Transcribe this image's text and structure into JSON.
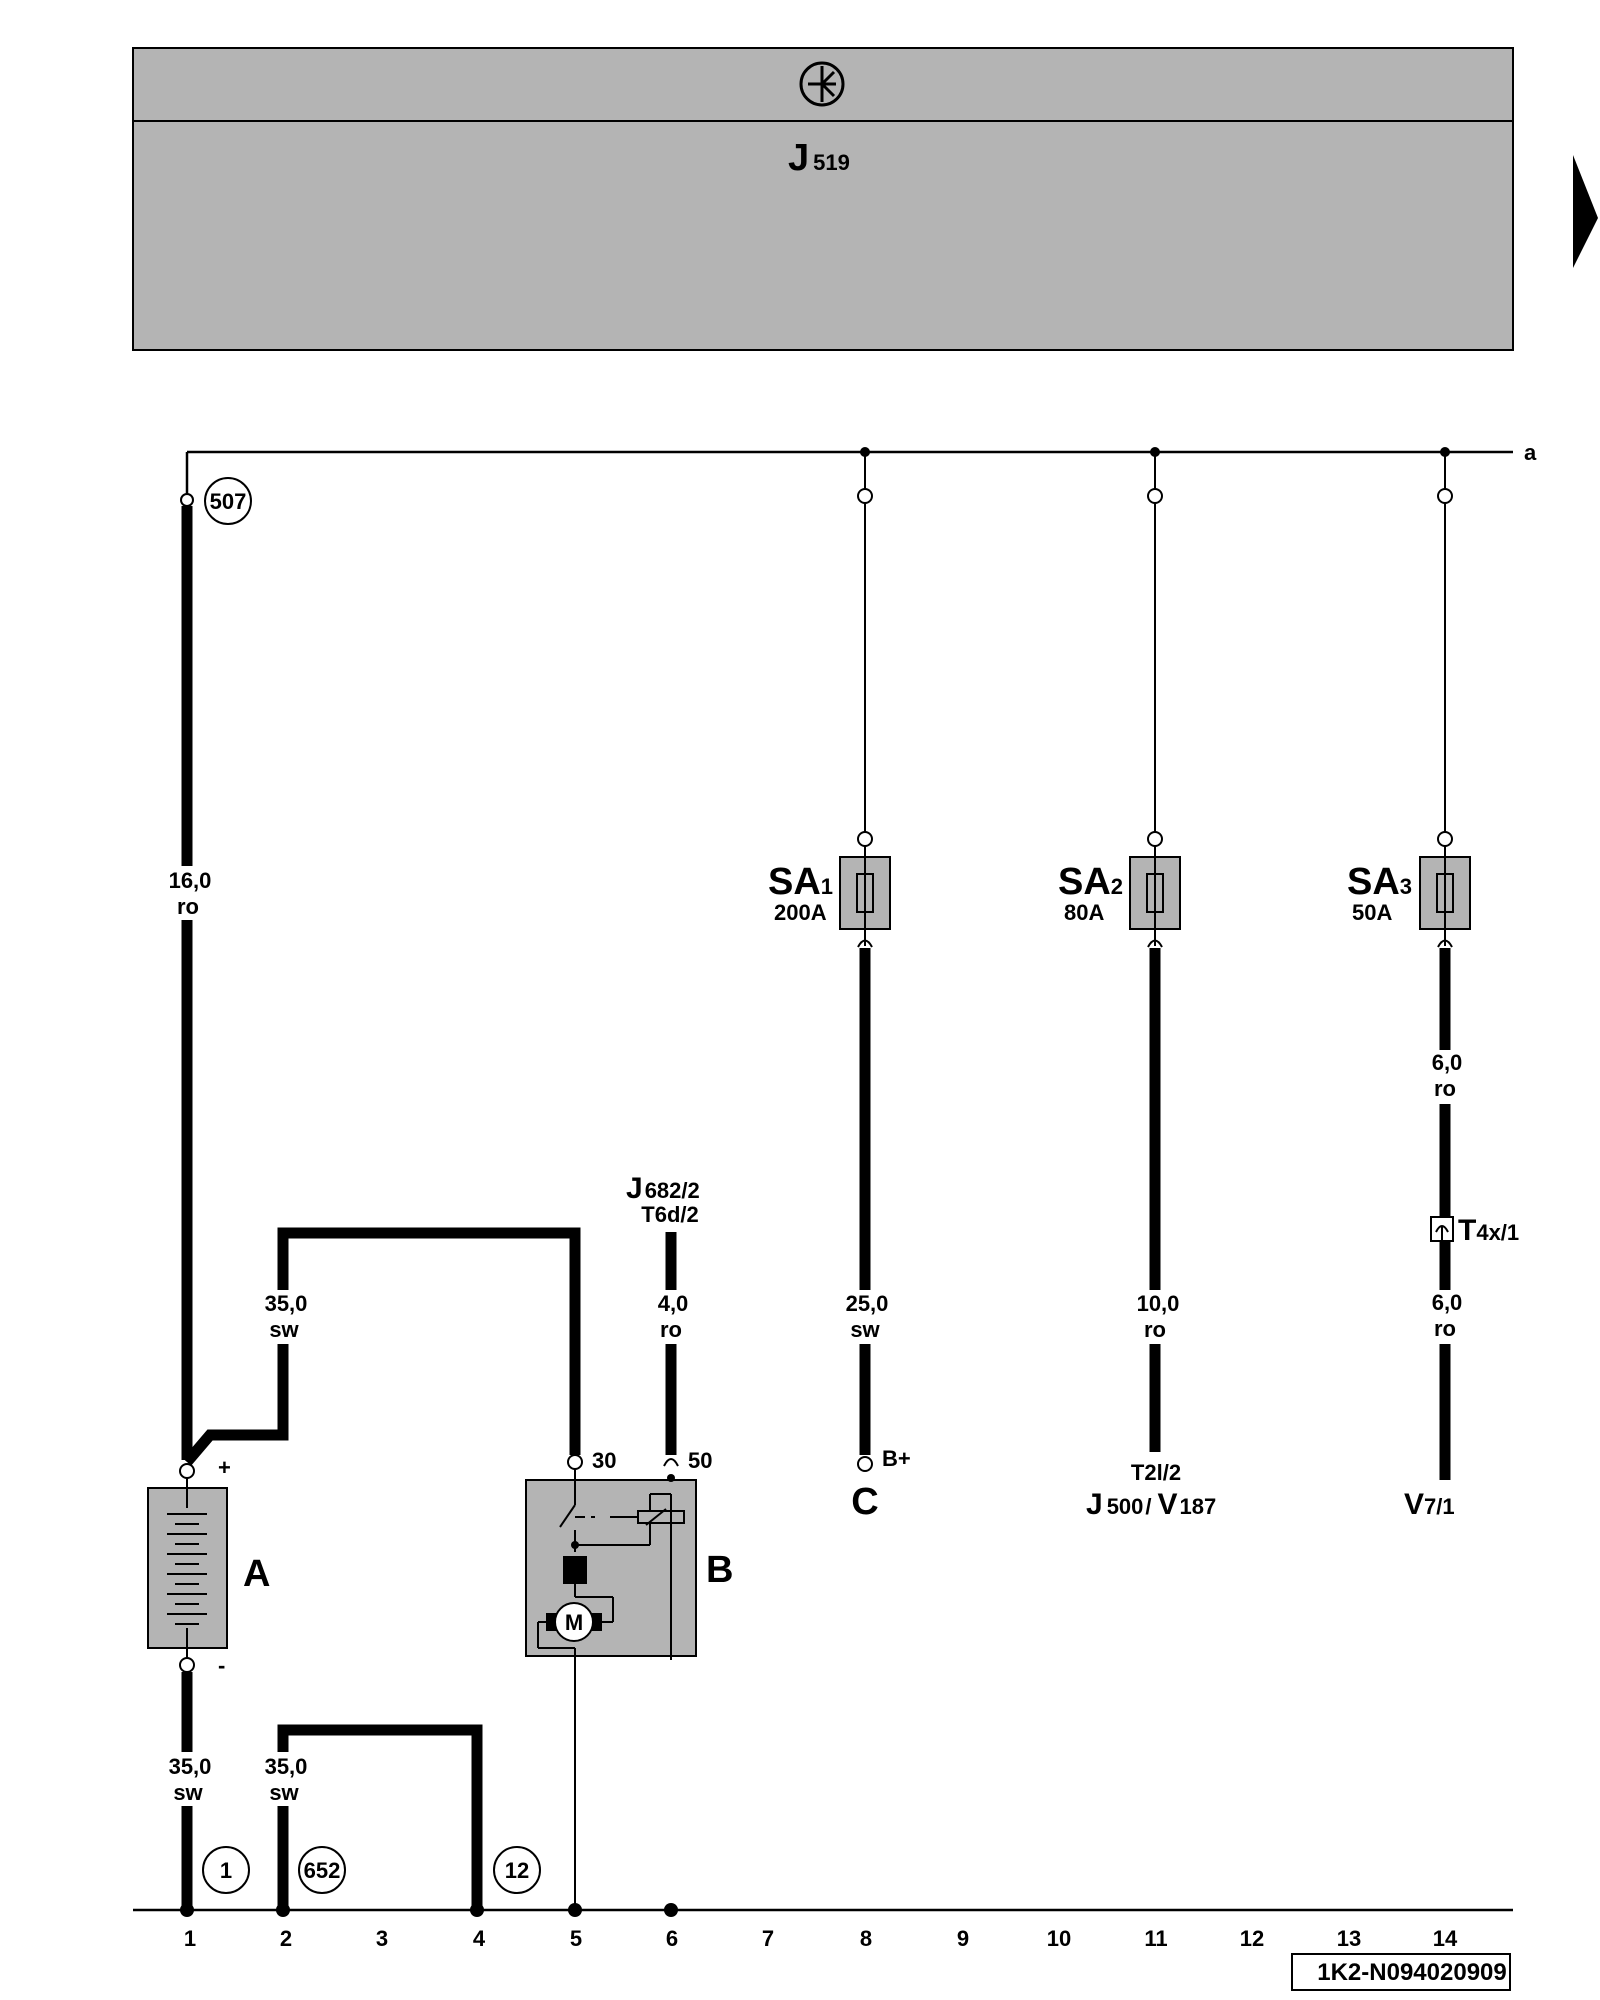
{
  "header": {
    "ground_symbol": "ground-icon",
    "unit_main": "J",
    "unit_sub": "519"
  },
  "bus_label": "a",
  "refs": {
    "r507": "507",
    "r1": "1",
    "r652": "652",
    "r12": "12"
  },
  "wires": {
    "w_battery_pos": {
      "size": "16,0",
      "color": "ro"
    },
    "w_battery_starter": {
      "size": "35,0",
      "color": "sw"
    },
    "w_battery_neg": {
      "size": "35,0",
      "color": "sw"
    },
    "w_ground_2": {
      "size": "35,0",
      "color": "sw"
    },
    "w_starter_50": {
      "size": "4,0",
      "color": "ro"
    },
    "w_sa1": {
      "size": "25,0",
      "color": "sw"
    },
    "w_sa2": {
      "size": "10,0",
      "color": "ro"
    },
    "w_sa3_top": {
      "size": "6,0",
      "color": "ro"
    },
    "w_sa3_bot": {
      "size": "6,0",
      "color": "ro"
    }
  },
  "fuses": {
    "sa1": {
      "main": "SA",
      "sub": "1",
      "rating": "200A"
    },
    "sa2": {
      "main": "SA",
      "sub": "2",
      "rating": "80A"
    },
    "sa3": {
      "main": "SA",
      "sub": "3",
      "rating": "50A"
    }
  },
  "components": {
    "battery": {
      "label": "A",
      "plus": "+",
      "minus": "-"
    },
    "starter": {
      "label": "B",
      "term30": "30",
      "term50": "50",
      "motor": "M"
    },
    "j682": {
      "main": "J",
      "sub": "682/2",
      "connector": "T6d/2"
    },
    "c": {
      "label": "C",
      "term": "B+"
    },
    "j500": {
      "connector": "T2l/2",
      "main1": "J",
      "sub1": "500",
      "sep": "/",
      "main2": "V",
      "sub2": "187"
    },
    "t4x": {
      "main": "T",
      "sub": "4x/1"
    },
    "v7": {
      "main": "V",
      "sub": "7/1"
    }
  },
  "columns": [
    "1",
    "2",
    "3",
    "4",
    "5",
    "6",
    "7",
    "8",
    "9",
    "10",
    "11",
    "12",
    "13",
    "14"
  ],
  "drawing_code": "1K2-N094020909"
}
